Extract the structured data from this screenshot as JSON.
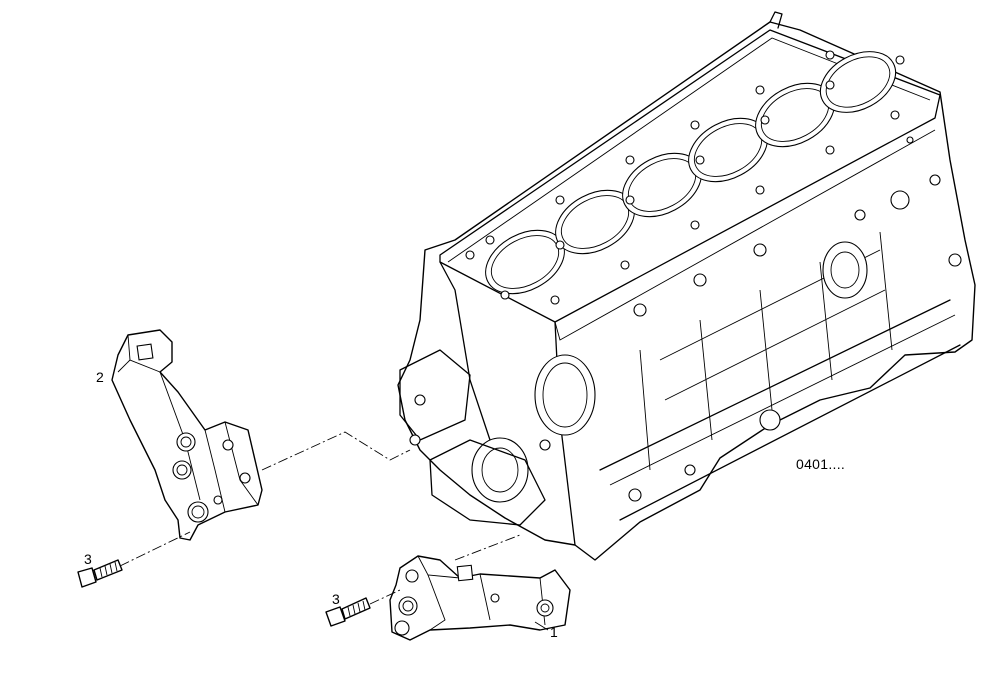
{
  "diagram": {
    "reference_code": "0401....",
    "callouts": [
      {
        "id": "bracket-upper",
        "label": "2"
      },
      {
        "id": "bracket-lower",
        "label": "1"
      },
      {
        "id": "screw-left",
        "label": "3"
      },
      {
        "id": "screw-right",
        "label": "3"
      }
    ]
  }
}
